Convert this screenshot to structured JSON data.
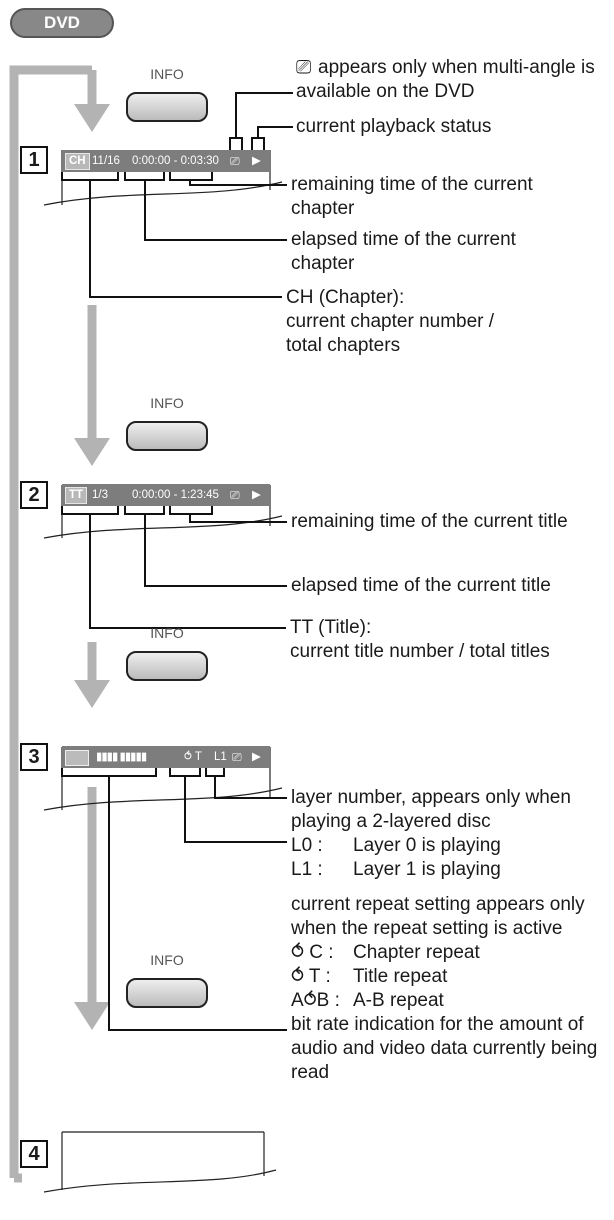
{
  "badge": "DVD",
  "info_label": "INFO",
  "steps": [
    "1",
    "2",
    "3",
    "4"
  ],
  "osd1": {
    "tag": "CH",
    "chapter": "11/16",
    "time": "0:00:00 - 0:03:30",
    "status": "▶",
    "camera": "camera-angle-icon"
  },
  "osd2": {
    "tag": "TT",
    "title": "1/3",
    "time": "0:00:00 - 1:23:45",
    "status": "▶",
    "camera": "camera-angle-icon"
  },
  "osd3": {
    "bitrate": "▮▮▮▮ ▮▮▮▮▮",
    "repeat": "⥀ T",
    "layer": "L1",
    "status": "▶",
    "camera": "camera-angle-icon"
  },
  "callouts": {
    "multi_angle": "appears only when multi-angle is available on the DVD",
    "playback_status": "current playback status",
    "ch_remaining": "remaining time of the current chapter",
    "ch_elapsed": "elapsed time of the current chapter",
    "ch_chapter": "CH (Chapter):\ncurrent chapter number /\ntotal chapters",
    "tt_remaining": "remaining time of the current title",
    "tt_elapsed": "elapsed time of the current title",
    "tt_title": "TT (Title):\ncurrent title number / total titles",
    "layer": "layer number, appears only when playing a 2-layered disc",
    "layer_items": [
      {
        "code": "L0 :",
        "desc": "Layer 0 is playing"
      },
      {
        "code": "L1 :",
        "desc": "Layer 1 is playing"
      }
    ],
    "repeat": "current repeat setting appears only when the repeat setting is active",
    "repeat_items": [
      {
        "code": "⥀ C :",
        "desc": "Chapter repeat"
      },
      {
        "code": "⥀ T :",
        "desc": "Title repeat"
      },
      {
        "code": "A⥀B :",
        "desc": "A-B repeat"
      }
    ],
    "bitrate": "bit rate indication for the amount of audio and video data currently being read"
  }
}
